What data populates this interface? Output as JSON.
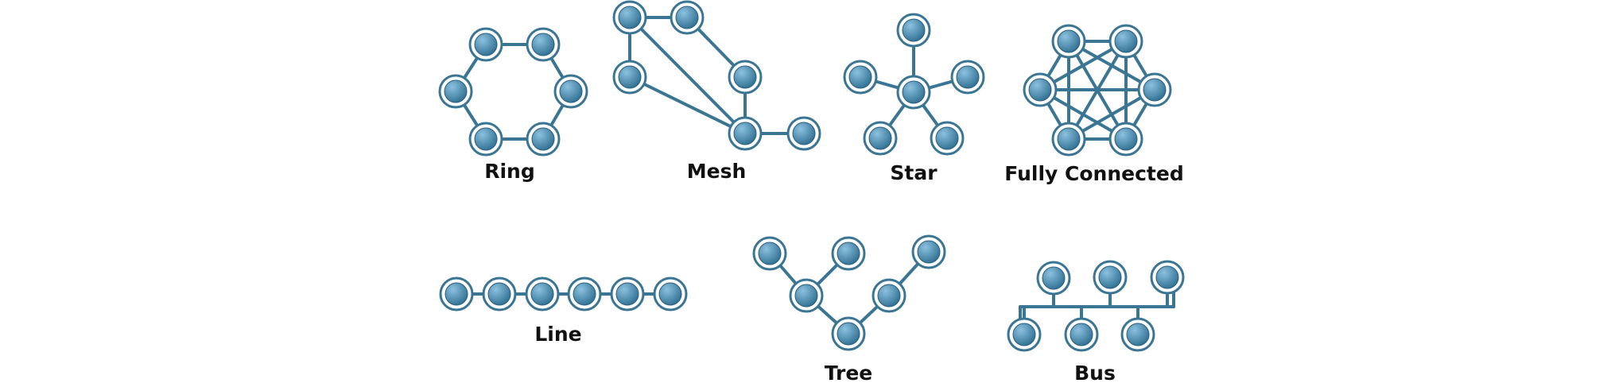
{
  "colors": {
    "edge": "#3a7594",
    "node_ring": "#3a7594",
    "node_fill_light": "#8cc1df",
    "node_fill_dark": "#2f6f91",
    "label": "#111111",
    "background": "#ffffff"
  },
  "topologies": [
    {
      "id": "ring",
      "label": "Ring"
    },
    {
      "id": "mesh",
      "label": "Mesh"
    },
    {
      "id": "star",
      "label": "Star"
    },
    {
      "id": "fully-connected",
      "label": "Fully Connected"
    },
    {
      "id": "line",
      "label": "Line"
    },
    {
      "id": "tree",
      "label": "Tree"
    },
    {
      "id": "bus",
      "label": "Bus"
    }
  ]
}
